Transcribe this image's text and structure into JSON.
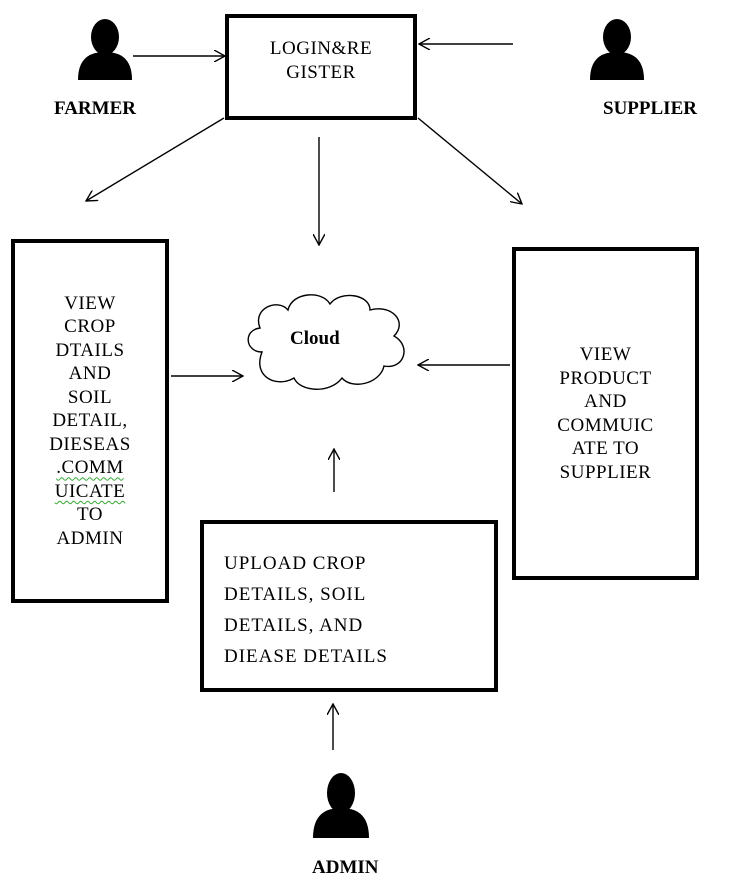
{
  "actors": {
    "farmer": "FARMER",
    "supplier": "SUPPLIER",
    "admin": "ADMIN"
  },
  "login_box": {
    "lines": [
      "LOGIN&RE",
      "GISTER"
    ]
  },
  "cloud": {
    "label": "Cloud"
  },
  "farmer_box": {
    "lines_top": "VIEW\nCROP\nDTAILS\nAND\nSOIL\nDETAIL,\nDIESEAS",
    "line_comm": ".COMM",
    "line_uicate": "UICATE",
    "lines_bottom": "TO\nADMIN"
  },
  "supplier_box": {
    "text": "VIEW\nPRODUCT\nAND\nCOMMUIC\nATE TO\nSUPPLIER"
  },
  "admin_box": {
    "text": "UPLOAD CROP\nDETAILS, SOIL\nDETAILS, AND\nDIEASE DETAILS"
  }
}
